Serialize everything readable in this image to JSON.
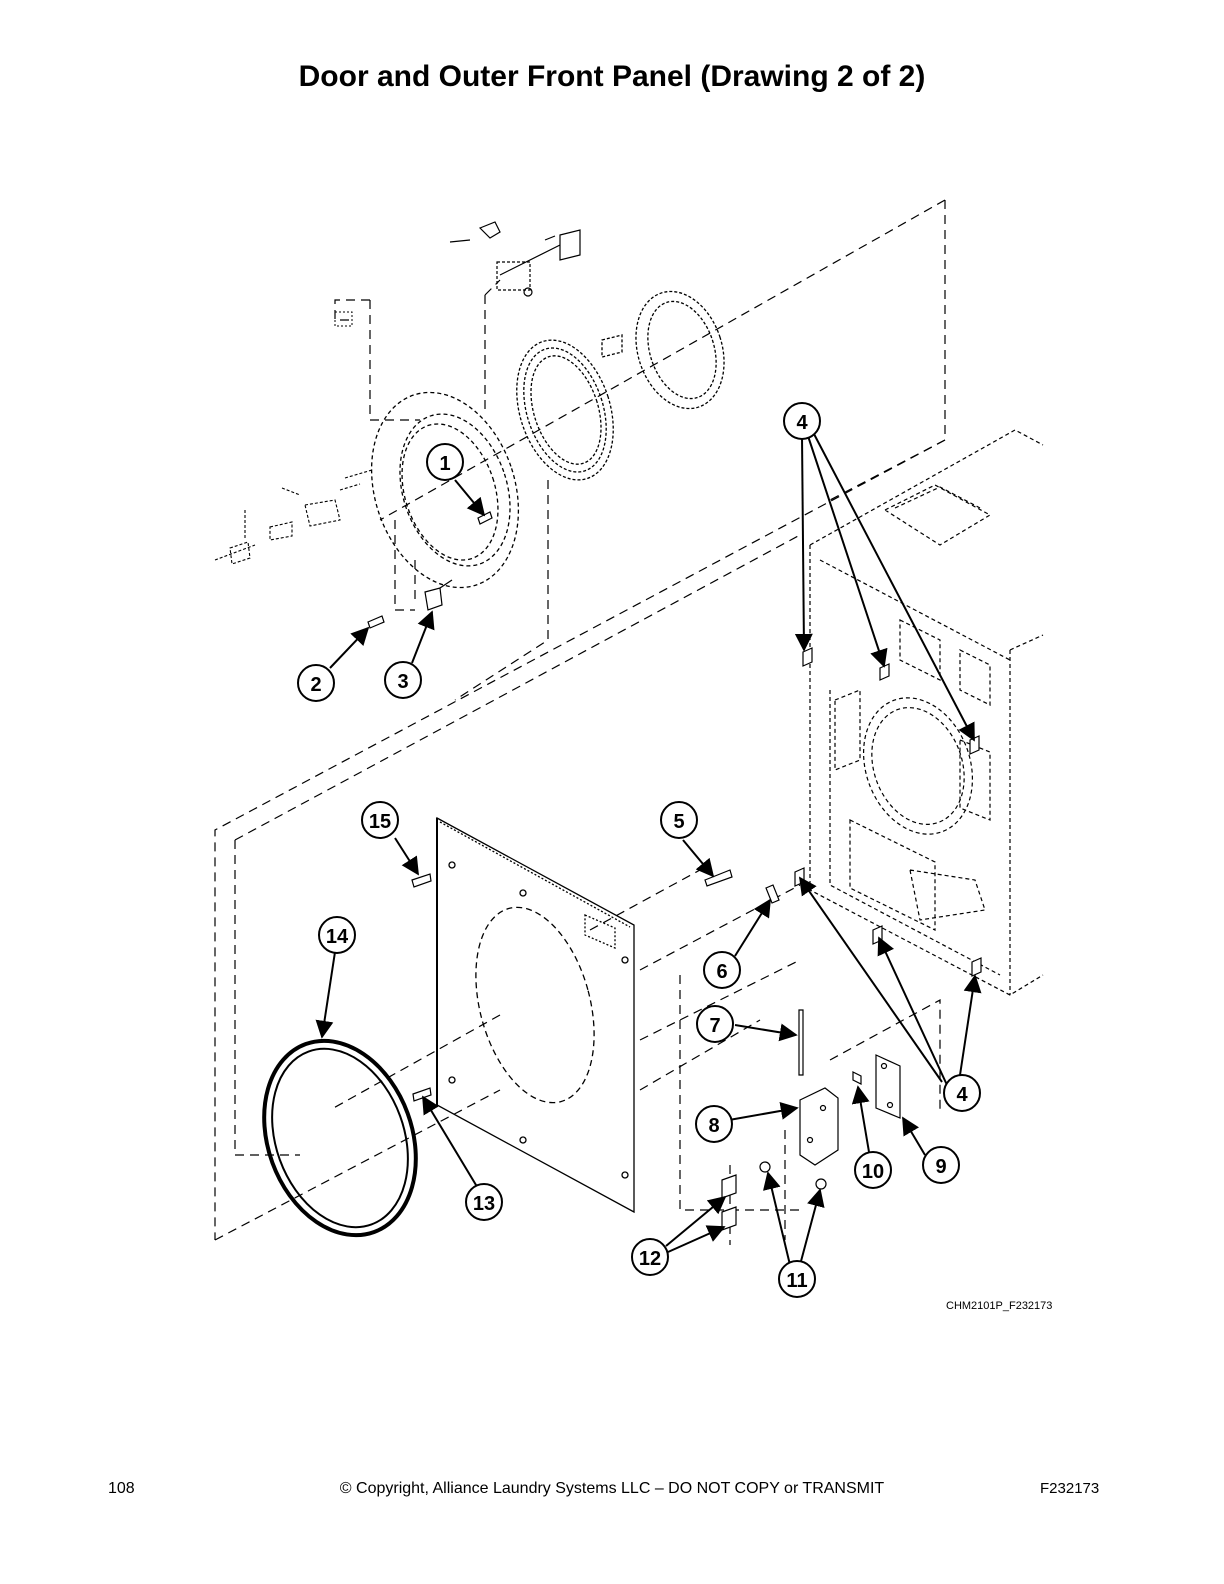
{
  "title": "Door and Outer Front Panel (Drawing 2 of 2)",
  "callouts": [
    "1",
    "2",
    "3",
    "4",
    "5",
    "6",
    "7",
    "8",
    "9",
    "10",
    "11",
    "12",
    "13",
    "14",
    "15"
  ],
  "drawing_id": "CHM2101P_F232173",
  "footer": {
    "page_number": "108",
    "copyright": "© Copyright, Alliance Laundry Systems LLC – DO NOT COPY or TRANSMIT",
    "doc_code": "F232173"
  }
}
